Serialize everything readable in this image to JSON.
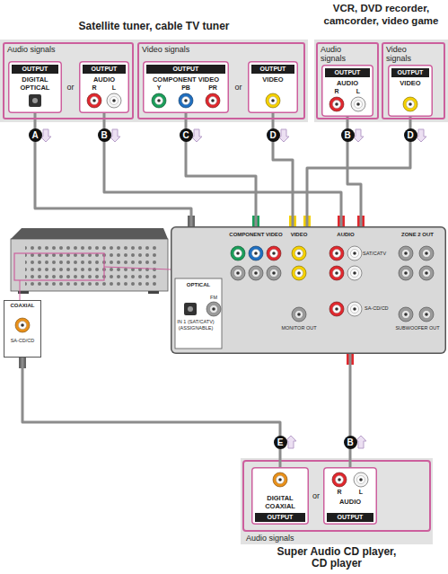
{
  "diagram": {
    "nodes": [
      {
        "text": [
          "Satellite tuner, cable TV tuner"
        ]
      },
      {
        "text": [
          "Audio signals"
        ],
        "in": 0
      },
      {
        "text": [
          "OUTPUT",
          "DIGITAL OPTICAL"
        ],
        "in": 1
      },
      {
        "text": [
          "OUTPUT",
          "AUDIO",
          "R",
          "L"
        ],
        "in": 1
      },
      {
        "text": [
          "Video signals"
        ],
        "in": 0
      },
      {
        "text": [
          "OUTPUT",
          "COMPONENT VIDEO",
          "Y",
          "PB",
          "PR"
        ],
        "in": 4
      },
      {
        "text": [
          "OUTPUT",
          "VIDEO"
        ],
        "in": 4
      },
      {
        "text": [
          "VCR, DVD recorder, camcorder, video game"
        ]
      },
      {
        "text": [
          "Audio signals"
        ],
        "in": 7
      },
      {
        "text": [
          "OUTPUT",
          "AUDIO",
          "R",
          "L"
        ],
        "in": 8
      },
      {
        "text": [
          "Video signals"
        ],
        "in": 7
      },
      {
        "text": [
          "OUTPUT",
          "VIDEO"
        ],
        "in": 10
      },
      {
        "text": [
          "COMPONENT VIDEO",
          "VIDEO",
          "AUDIO",
          "SAT/CATV",
          "ZONE 2 OUT",
          "OPTICAL",
          "IN 1 (SAT/CATV) (ASSIGNABLE)",
          "FM",
          "SA-CD/CD",
          "MONITOR OUT",
          "SUBWOOFER OUT"
        ]
      },
      {
        "text": [
          "COAXIAL",
          "SA-CD/CD"
        ]
      },
      {
        "text": [
          "Audio signals",
          "Super Audio CD player, CD player"
        ]
      },
      {
        "text": [
          "DIGITAL COAXIAL",
          "OUTPUT"
        ],
        "in": 14
      },
      {
        "text": [
          "R",
          "L",
          "AUDIO",
          "OUTPUT"
        ],
        "in": 14
      }
    ],
    "edges": [
      {
        "from": 2,
        "to": 12,
        "label": "A",
        "arrow": "none"
      },
      {
        "from": 3,
        "to": 12,
        "label": "B",
        "arrow": "none"
      },
      {
        "from": 5,
        "to": 12,
        "label": "C",
        "arrow": "none"
      },
      {
        "from": 6,
        "to": 12,
        "label": "D",
        "arrow": "none"
      },
      {
        "from": 9,
        "to": 12,
        "label": "B",
        "arrow": "none"
      },
      {
        "from": 11,
        "to": 12,
        "label": "D",
        "arrow": "none"
      },
      {
        "from": 15,
        "to": 13,
        "label": "E",
        "arrow": "none"
      },
      {
        "from": 16,
        "to": 12,
        "label": "B",
        "arrow": "none"
      }
    ],
    "labels": [
      "or",
      "or",
      "or"
    ]
  }
}
